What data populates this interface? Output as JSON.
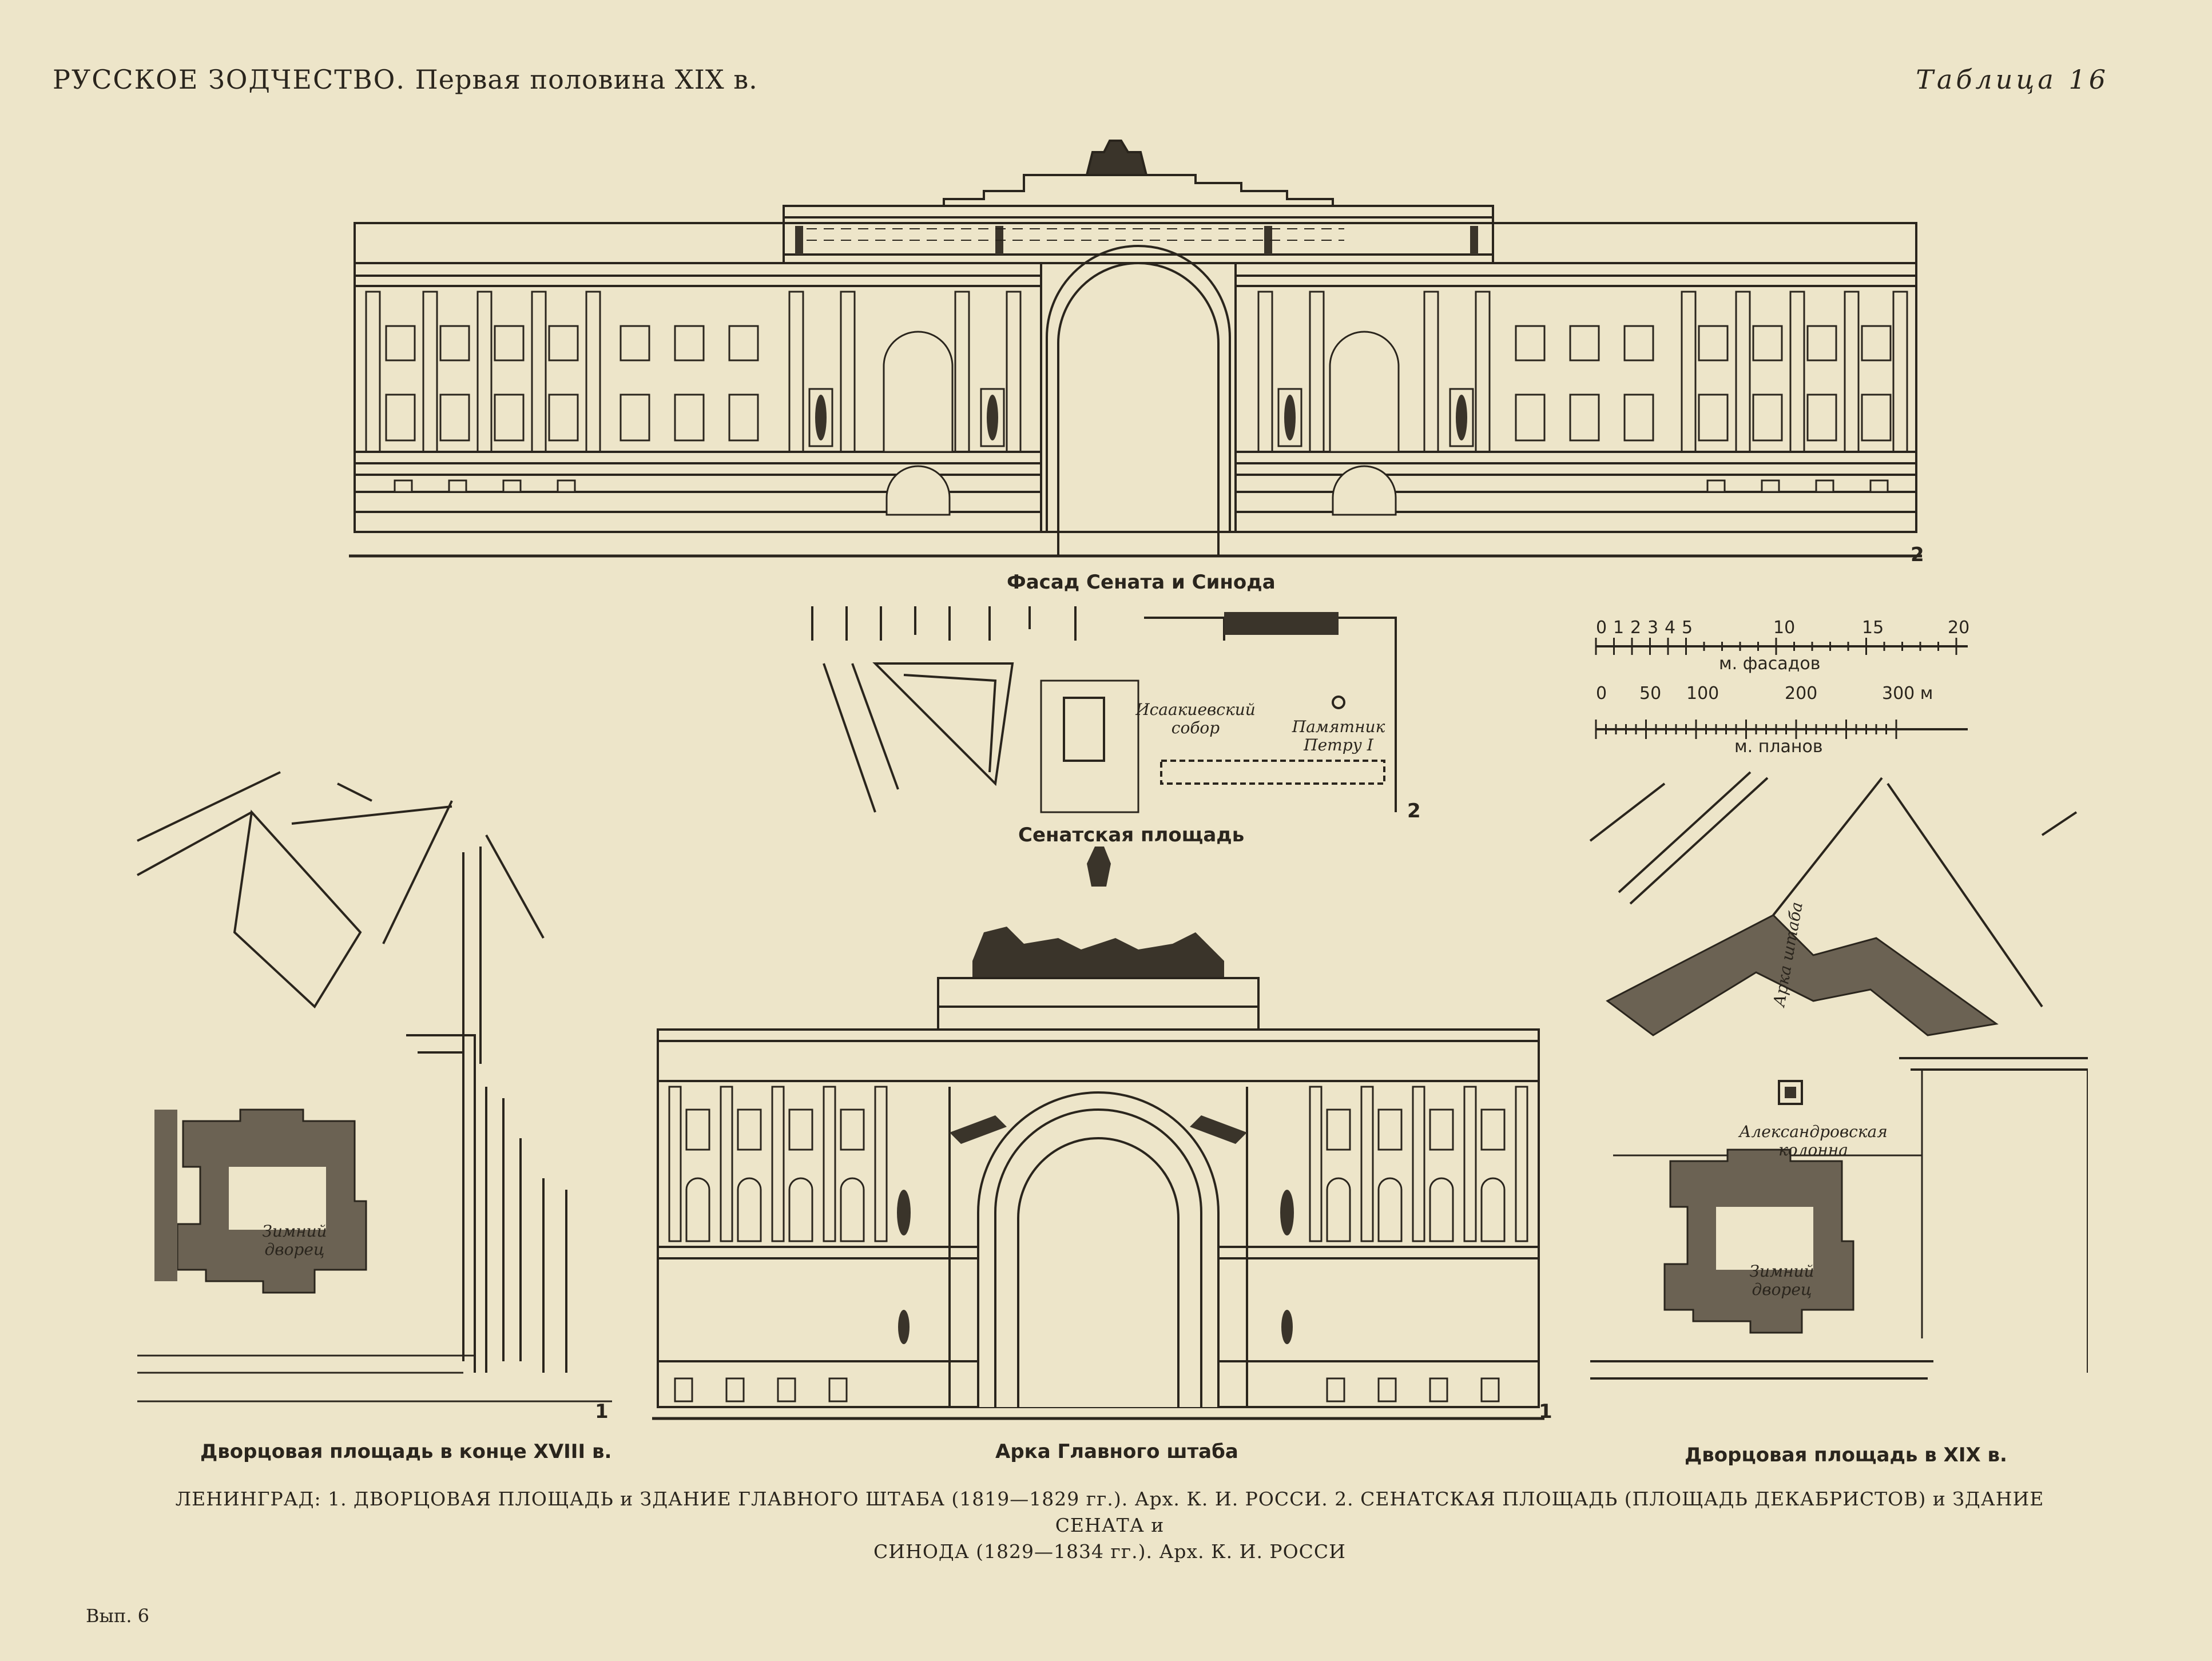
{
  "header": {
    "title": "РУССКОЕ ЗОДЧЕСТВО.",
    "subtitle": "Первая половина XIX в.",
    "table_label": "Таблица 16"
  },
  "senate": {
    "caption": "Фасад Сената и Синода",
    "number": "2"
  },
  "senate_square": {
    "caption": "Сенатская площадь",
    "number": "2",
    "label_cathedral_1": "Исаакиевский",
    "label_cathedral_2": "собор",
    "label_monument_1": "Памятник",
    "label_monument_2": "Петру I"
  },
  "scale": {
    "facade_ticks": [
      "0",
      "1",
      "2",
      "3",
      "4",
      "5",
      "10",
      "15",
      "20"
    ],
    "facade_unit": "м. фасадов",
    "plan_ticks": [
      "0",
      "50",
      "100",
      "200",
      "300 м"
    ],
    "plan_unit": "м. планов"
  },
  "palace_18": {
    "caption": "Дворцовая площадь в конце XVIII в.",
    "label_1": "Зимний",
    "label_2": "дворец",
    "number": "1"
  },
  "arch": {
    "caption": "Арка Главного штаба",
    "number": "1"
  },
  "palace_19": {
    "caption": "Дворцовая площадь в XIX в.",
    "label_1": "Зимний",
    "label_2": "дворец",
    "column_1": "Александровская",
    "column_2": "колонна",
    "arch_label": "Арка штаба"
  },
  "footer": {
    "line1": "ЛЕНИНГРАД: 1. ДВОРЦОВАЯ ПЛОЩАДЬ и ЗДАНИЕ ГЛАВНОГО ШТАБА (1819—1829 гг.). Арх. К. И. РОССИ. 2. СЕНАТСКАЯ ПЛОЩАДЬ (ПЛОЩАДЬ ДЕКАБРИСТОВ) и ЗДАНИЕ СЕНАТА и",
    "line2": "СИНОДА (1829—1834 гг.). Арх. К. И. РОССИ",
    "issue": "Вып. 6"
  }
}
